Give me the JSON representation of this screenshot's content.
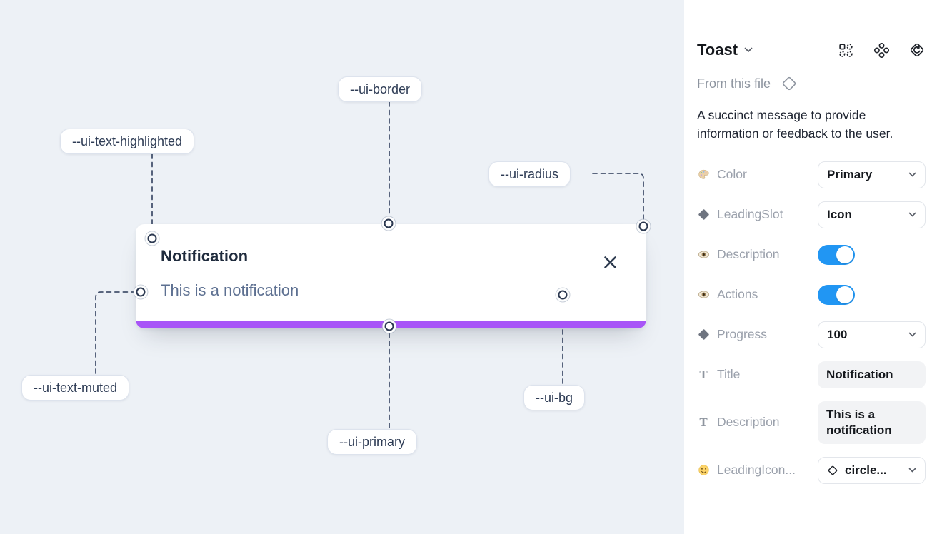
{
  "canvas": {
    "toast": {
      "title": "Notification",
      "description": "This is a notification"
    },
    "labels": [
      {
        "text": "--ui-border"
      },
      {
        "text": "--ui-text-highlighted"
      },
      {
        "text": "--ui-radius"
      },
      {
        "text": "--ui-text-muted"
      },
      {
        "text": "--ui-primary"
      },
      {
        "text": "--ui-bg"
      }
    ]
  },
  "panel": {
    "title": "Toast",
    "source": "From this file",
    "description": "A succinct message to provide information or feedback to the user.",
    "header_icons": [
      "component-properties-icon",
      "variants-icon",
      "detach-instance-icon"
    ],
    "properties": [
      {
        "icon": "palette-icon",
        "label": "Color",
        "type": "dropdown",
        "value": "Primary"
      },
      {
        "icon": "diamond-icon",
        "label": "LeadingSlot",
        "type": "dropdown",
        "value": "Icon"
      },
      {
        "icon": "eye-icon",
        "label": "Description",
        "type": "toggle",
        "value": "on"
      },
      {
        "icon": "eye-icon",
        "label": "Actions",
        "type": "toggle",
        "value": "on"
      },
      {
        "icon": "diamond-icon",
        "label": "Progress",
        "type": "dropdown",
        "value": "100"
      },
      {
        "icon": "text-icon",
        "label": "Title",
        "type": "text",
        "value": "Notification"
      },
      {
        "icon": "text-icon",
        "label": "Description",
        "type": "text",
        "value": "This is a notification"
      },
      {
        "icon": "smiley-icon",
        "label": "LeadingIcon...",
        "type": "dropdown",
        "value": "circle..."
      }
    ]
  },
  "colors": {
    "canvas_background": "#edf1f6",
    "primary_bar": "#a855f7",
    "toggle_on": "#2196f3",
    "toast_title": "#1f2b3d",
    "toast_description": "#5d7091"
  }
}
